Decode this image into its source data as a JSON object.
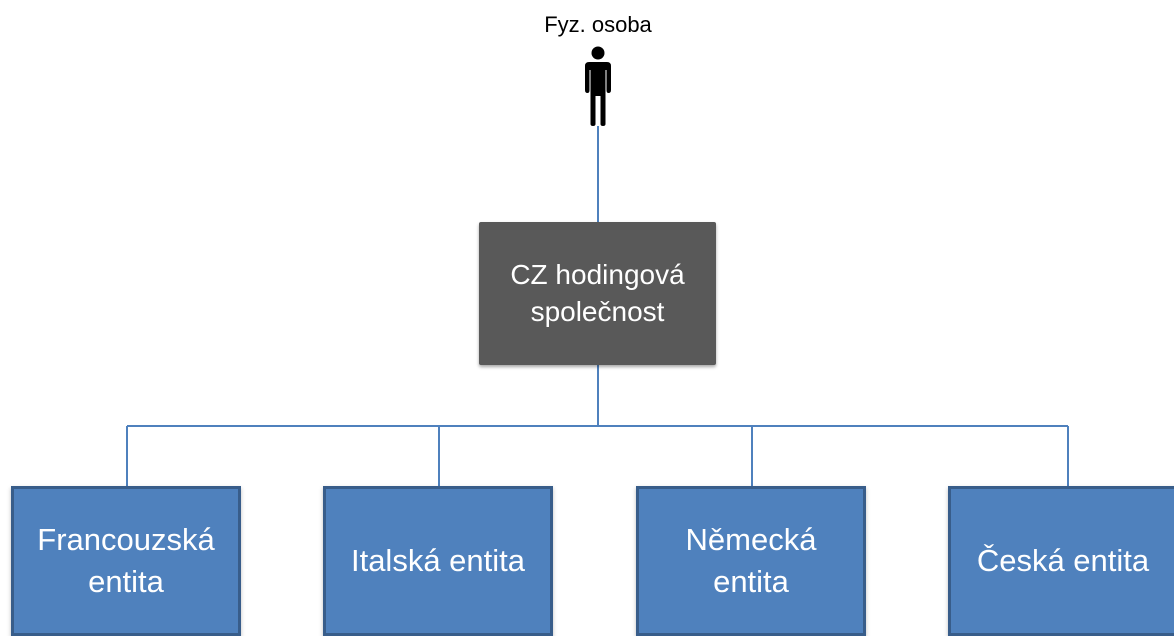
{
  "diagram": {
    "owner": {
      "label": "Fyz. osoba",
      "icon": "person-icon"
    },
    "holding": {
      "label": "CZ hodingová společnost",
      "color": "#595959"
    },
    "entities": [
      {
        "label": "Francouzská entita"
      },
      {
        "label": "Italská entita"
      },
      {
        "label": "Německá entita"
      },
      {
        "label": "Česká entita"
      }
    ],
    "colors": {
      "entity_fill": "#4f81bd",
      "entity_border": "#385d8a",
      "connector": "#4f81bd"
    }
  }
}
